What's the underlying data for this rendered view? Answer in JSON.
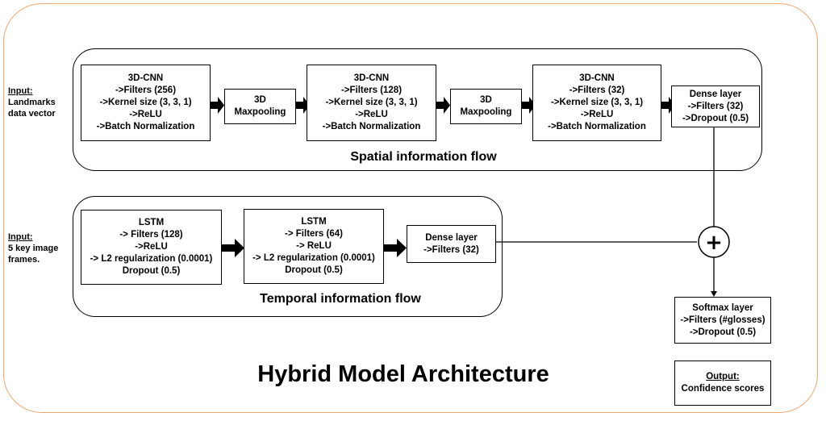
{
  "inputs": {
    "spatial": {
      "title": "Input:",
      "lines": [
        "Landmarks",
        "data vector"
      ]
    },
    "temporal": {
      "title": "Input:",
      "lines": [
        "5 key image",
        "frames."
      ]
    }
  },
  "spatial_flow": {
    "title": "Spatial information flow",
    "cnn1": [
      "3D-CNN",
      "->Filters (256)",
      "->Kernel size (3, 3, 1)",
      "->ReLU",
      "->Batch Normalization"
    ],
    "pool1": [
      "3D",
      "Maxpooling"
    ],
    "cnn2": [
      "3D-CNN",
      "->Filters (128)",
      "->Kernel size (3, 3, 1)",
      "->ReLU",
      "->Batch Normalization"
    ],
    "pool2": [
      "3D",
      "Maxpooling"
    ],
    "cnn3": [
      "3D-CNN",
      "->Filters (32)",
      "->Kernel size (3, 3, 1)",
      "->ReLU",
      "->Batch Normalization"
    ],
    "dense": [
      "Dense layer",
      "->Filters (32)",
      "->Dropout (0.5)"
    ]
  },
  "temporal_flow": {
    "title": "Temporal information flow",
    "lstm1": [
      "LSTM",
      "-> Filters (128)",
      "->ReLU",
      "-> L2 regularization (0.0001)",
      "Dropout (0.5)"
    ],
    "lstm2": [
      "LSTM",
      "-> Filters (64)",
      "-> ReLU",
      "-> L2 regularization (0.0001)",
      "Dropout (0.5)"
    ],
    "dense": [
      "Dense layer",
      "->Filters (32)"
    ]
  },
  "merge": {
    "symbol": "+"
  },
  "softmax": [
    "Softmax layer",
    "->Filters (#glosses)",
    "->Dropout (0.5)"
  ],
  "output": {
    "title": "Output:",
    "text": "Confidence scores"
  },
  "main_title": "Hybrid Model Architecture"
}
